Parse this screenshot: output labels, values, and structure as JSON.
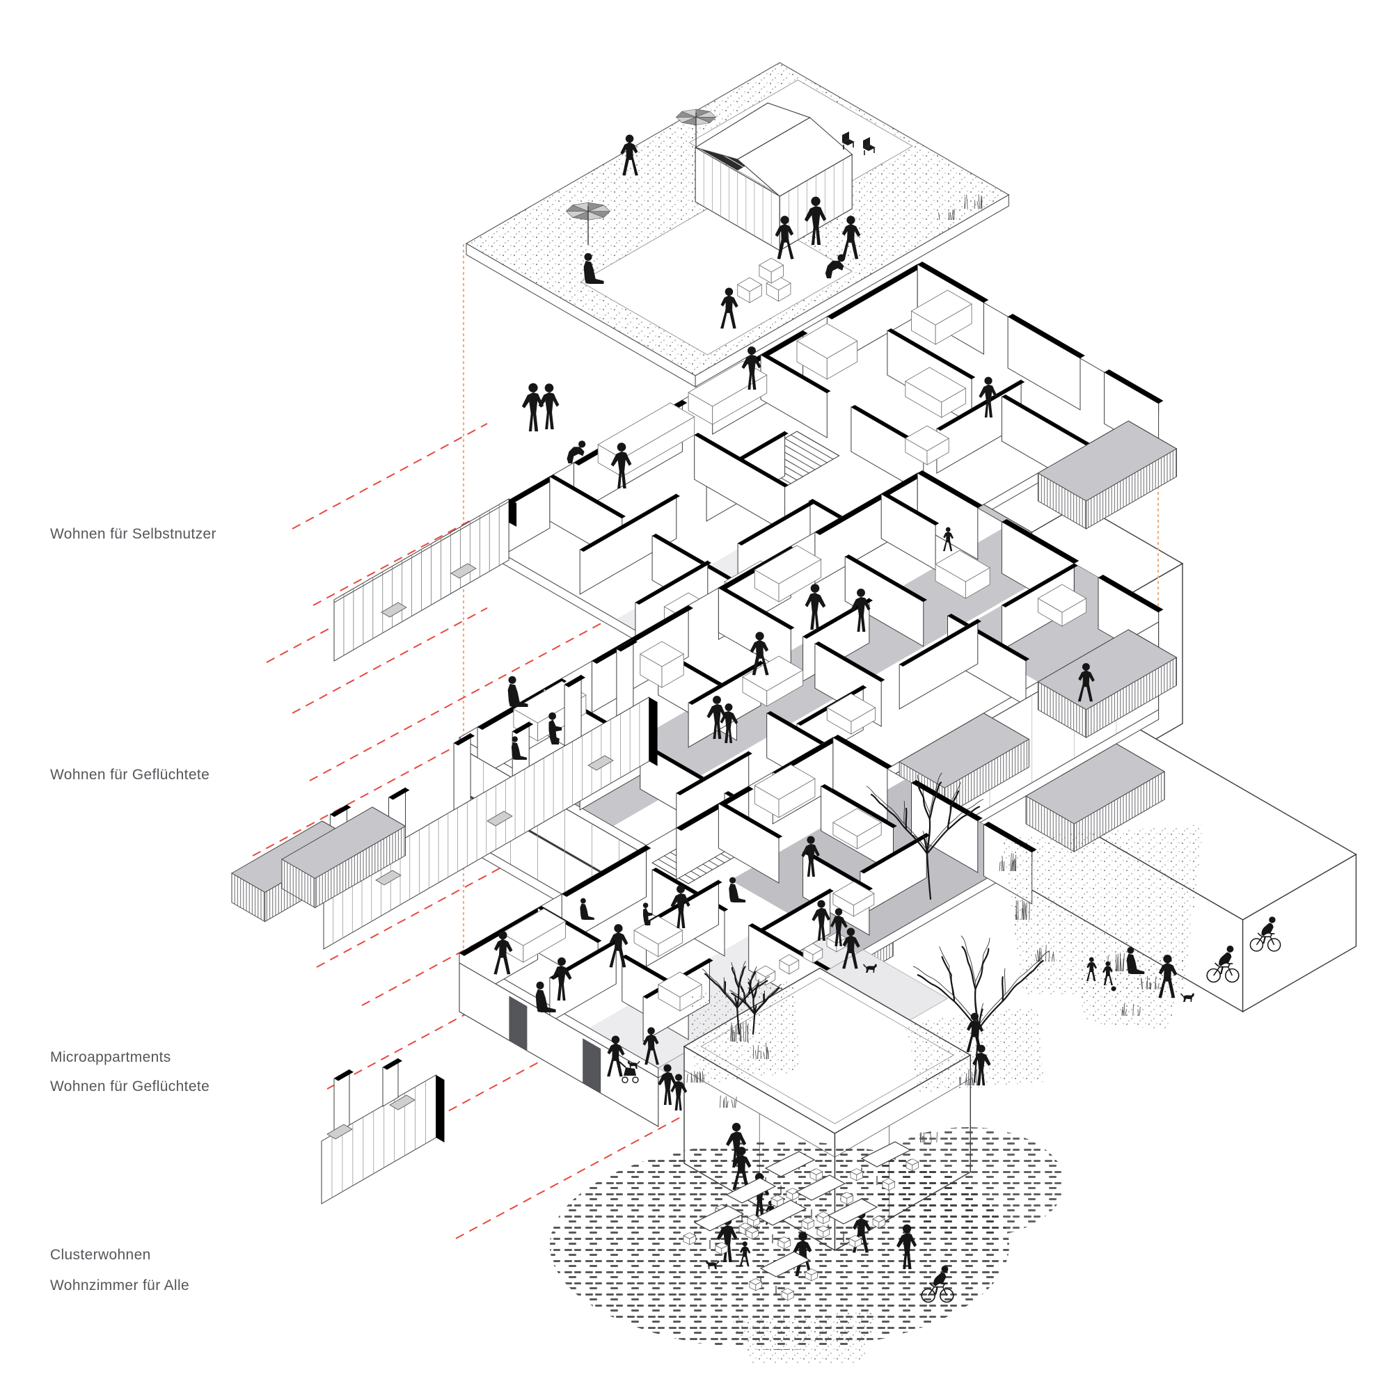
{
  "page": {
    "kind": "architectural exploded axonometric housing diagram",
    "background": "#ffffff"
  },
  "labels": [
    {
      "id": "wohnen-fuer-selbstnutzer",
      "text": "Wohnen für Selbstnutzer"
    },
    {
      "id": "wohnen-fuer-gefluechtete-mid",
      "text": "Wohnen für Geflüchtete"
    },
    {
      "id": "microappartments",
      "text": "Microappartments"
    },
    {
      "id": "wohnen-fuer-gefluechtete-low",
      "text": "Wohnen für Geflüchtete"
    },
    {
      "id": "clusterwohnen",
      "text": "Clusterwohnen"
    },
    {
      "id": "wohnzimmer-fuer-alle",
      "text": "Wohnzimmer für Alle"
    }
  ],
  "colors": {
    "leader_red": "#e8493e",
    "guide_orange": "#f2aa76",
    "floor_gray": "#c7c7cb",
    "floor_gray_dark": "#bfbfc4",
    "light_gray": "#e9e9ec",
    "ink": "#161616",
    "wall_stroke": "#3c3c3c",
    "thin_stroke": "#8a8a8e",
    "label_text": "#55565a"
  }
}
